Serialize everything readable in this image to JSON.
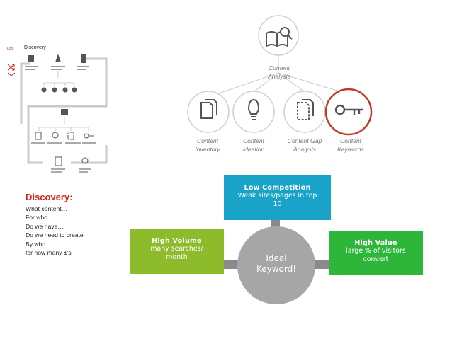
{
  "flow_thumbnail": {
    "header_title": "Discovery",
    "header_tag": "Loo"
  },
  "discovery": {
    "title": "Discovery:",
    "lines": [
      "What content…",
      "For who…",
      "Do we have…",
      "Do we need to create",
      "By who",
      "for how many $'s"
    ]
  },
  "tree": {
    "root": {
      "label_line1": "Content",
      "label_line2": "Analysis",
      "icon": "book-search-icon"
    },
    "children": [
      {
        "line1": "Content",
        "line2": "Inventory",
        "icon": "documents-icon"
      },
      {
        "line1": "Content",
        "line2": "Ideation",
        "icon": "lightbulb-icon"
      },
      {
        "line1": "Content Gap",
        "line2": "Analysis",
        "icon": "dashed-document-icon"
      },
      {
        "line1": "Content",
        "line2": "Keywords",
        "icon": "key-icon",
        "highlight": "#c0392b"
      }
    ]
  },
  "keyword_diagram": {
    "center": {
      "line1": "Ideal",
      "line2": "Keyword!"
    },
    "top": {
      "heading": "Low Competition",
      "line1": "Weak sites/pages in top",
      "line2": "10",
      "color": "#1aa3c8"
    },
    "left": {
      "heading": "High Volume",
      "line1": "many searches/",
      "line2": "month",
      "color": "#8dbb2c"
    },
    "right": {
      "heading": "High Value",
      "line1": "large % of visitors",
      "line2": "convert",
      "color": "#2db63a"
    }
  }
}
